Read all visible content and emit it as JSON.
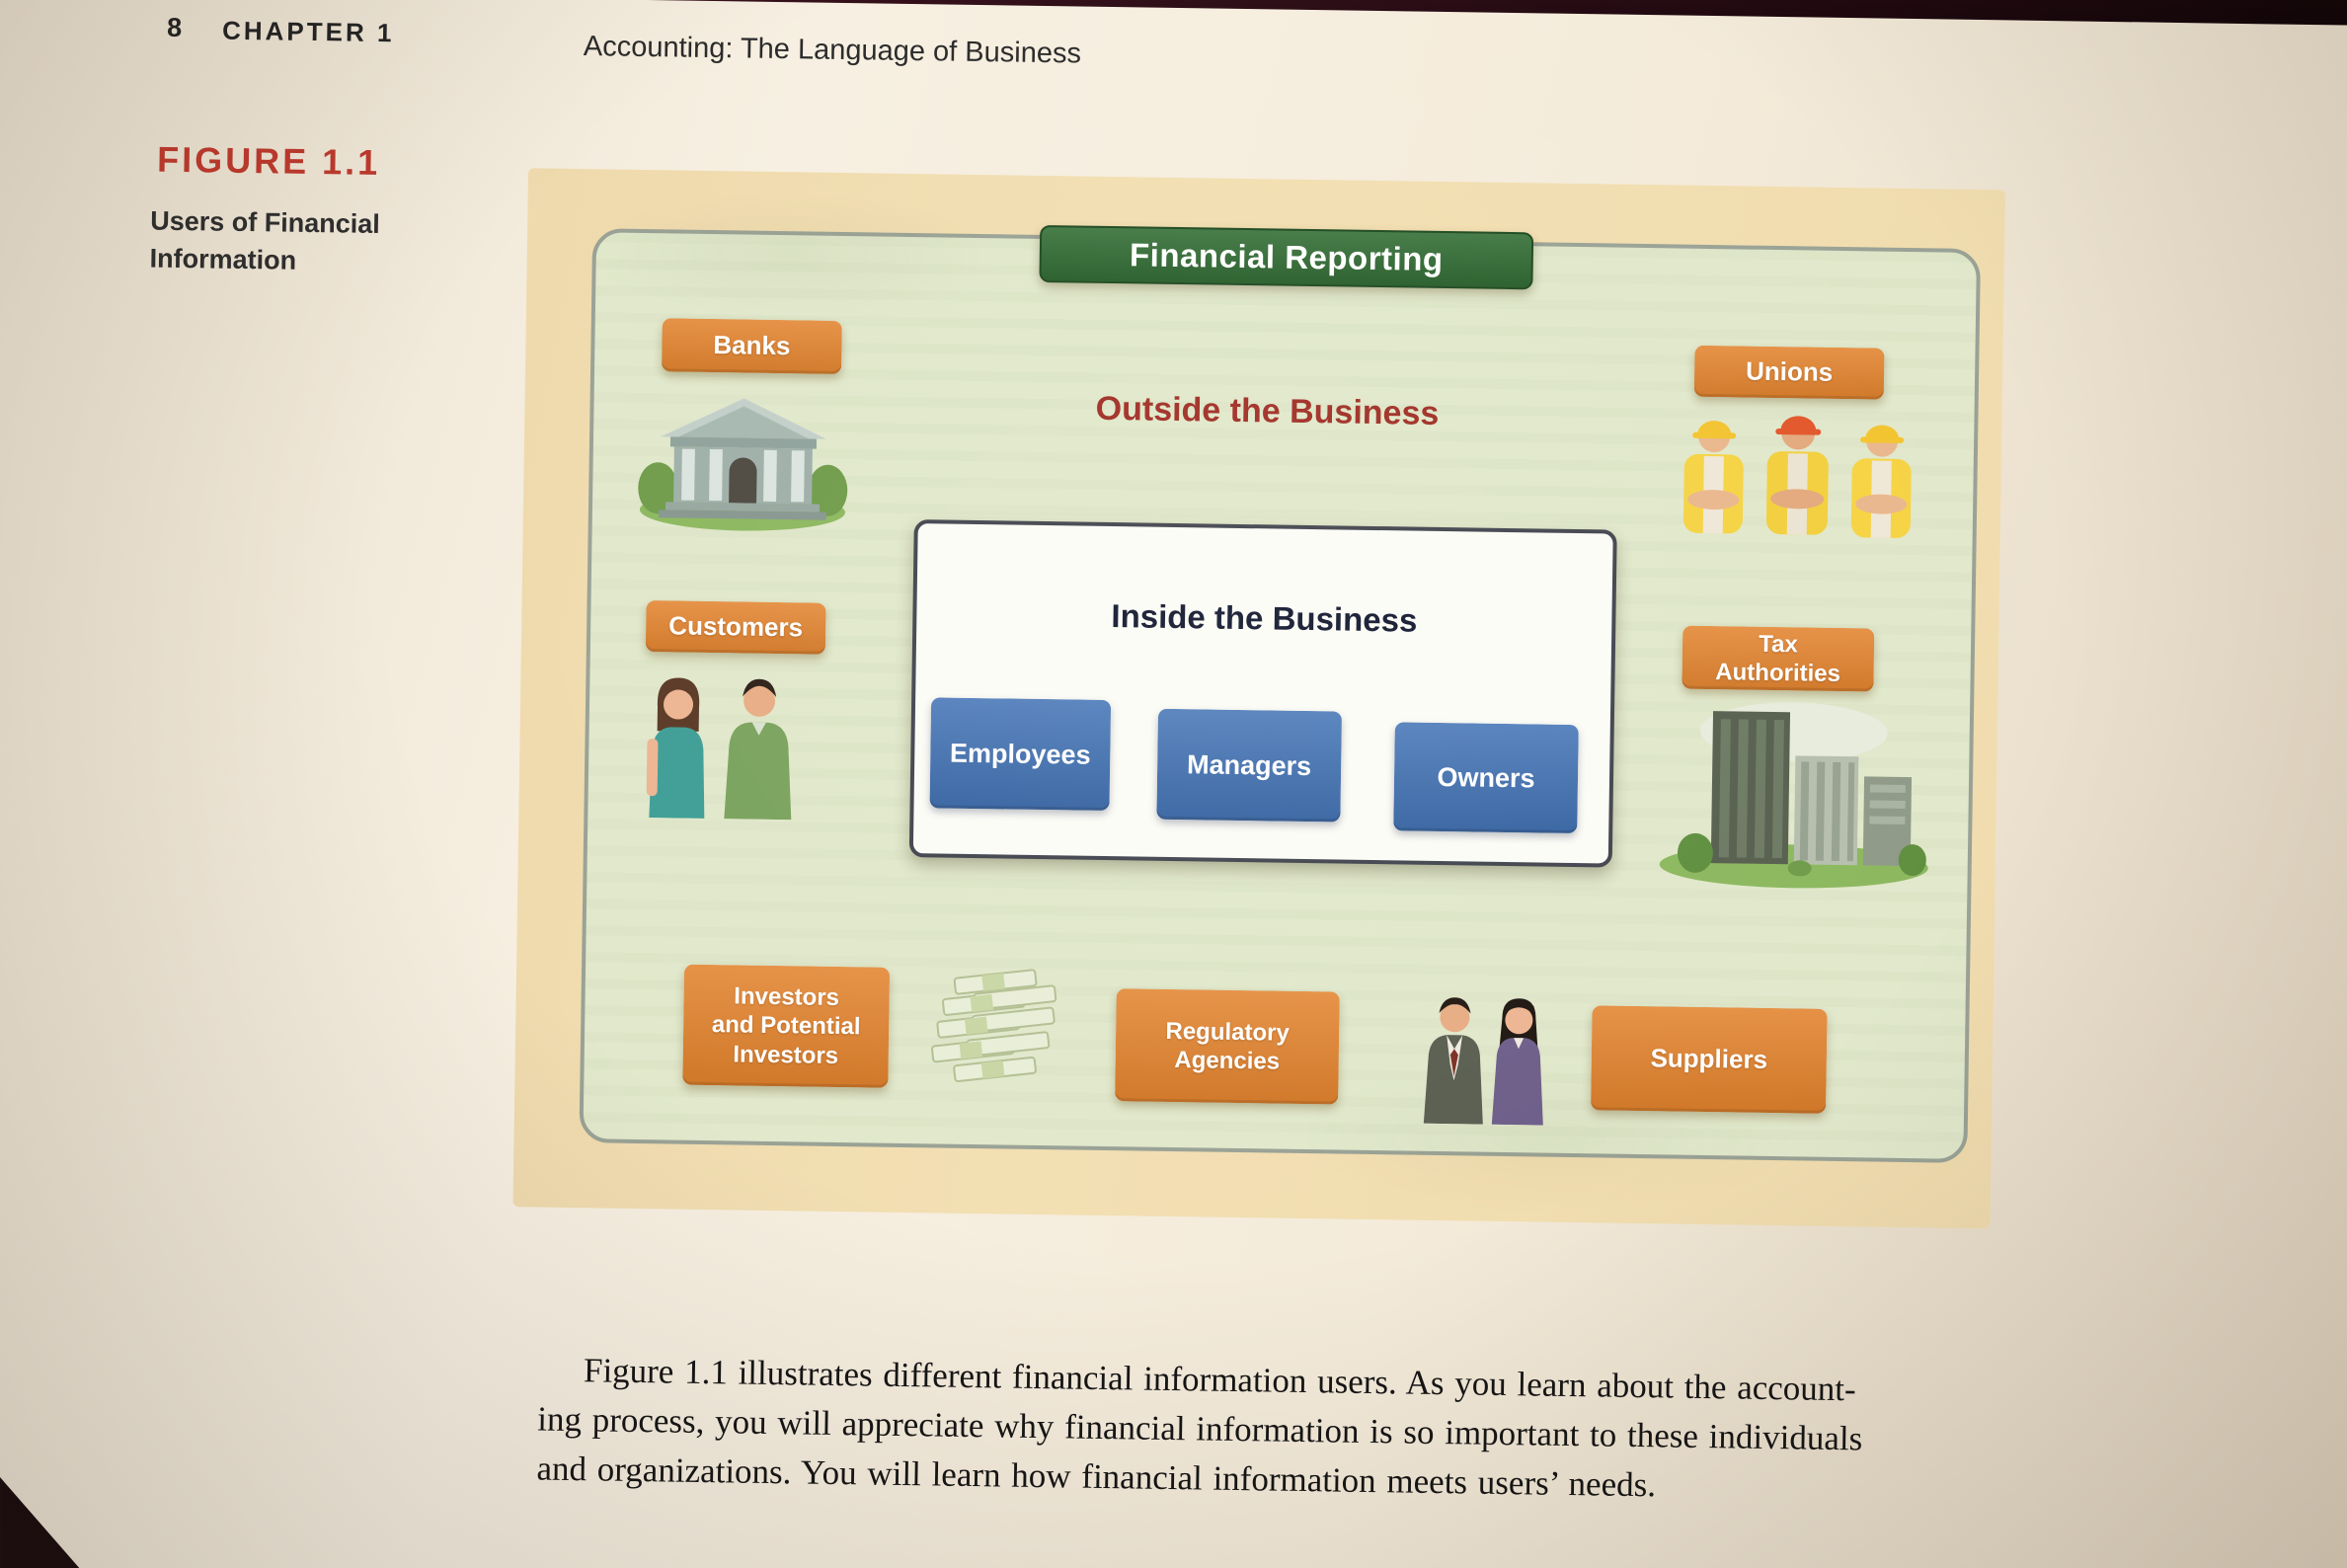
{
  "page": {
    "number": "8",
    "chapter": "CHAPTER 1",
    "running_title": "Accounting: The Language of Business",
    "figure_label": "FIGURE 1.1",
    "figure_caption": "Users of Financial\nInformation",
    "paragraph_lines": [
      "Figure 1.1 illustrates different financial information users. As you learn about the account-",
      "ing process, you will appreciate why financial information is so important to these individuals",
      "and organizations. You will learn how financial information meets users’ needs."
    ]
  },
  "diagram": {
    "banner": "Financial Reporting",
    "outside_heading": "Outside the Business",
    "inside_heading": "Inside the Business",
    "outside_labels": {
      "banks": "Banks",
      "unions": "Unions",
      "customers": "Customers",
      "tax_authorities": "Tax\nAuthorities",
      "investors": "Investors\nand Potential\nInvestors",
      "regulatory": "Regulatory\nAgencies",
      "suppliers": "Suppliers"
    },
    "inside_labels": {
      "employees": "Employees",
      "managers": "Managers",
      "owners": "Owners"
    },
    "colors": {
      "banner_green": "#2e6b31",
      "label_orange": "#e2822c",
      "inside_blue": "#3d6fb4",
      "outside_heading_red": "#a02e25",
      "panel_tan": "#f2dfb2",
      "panel_green": "#e1e8cb"
    },
    "illustrations": [
      "bank-building-illustration",
      "union-workers-illustration",
      "customers-illustration",
      "tax-buildings-illustration",
      "money-stacks-illustration",
      "business-people-illustration"
    ]
  }
}
